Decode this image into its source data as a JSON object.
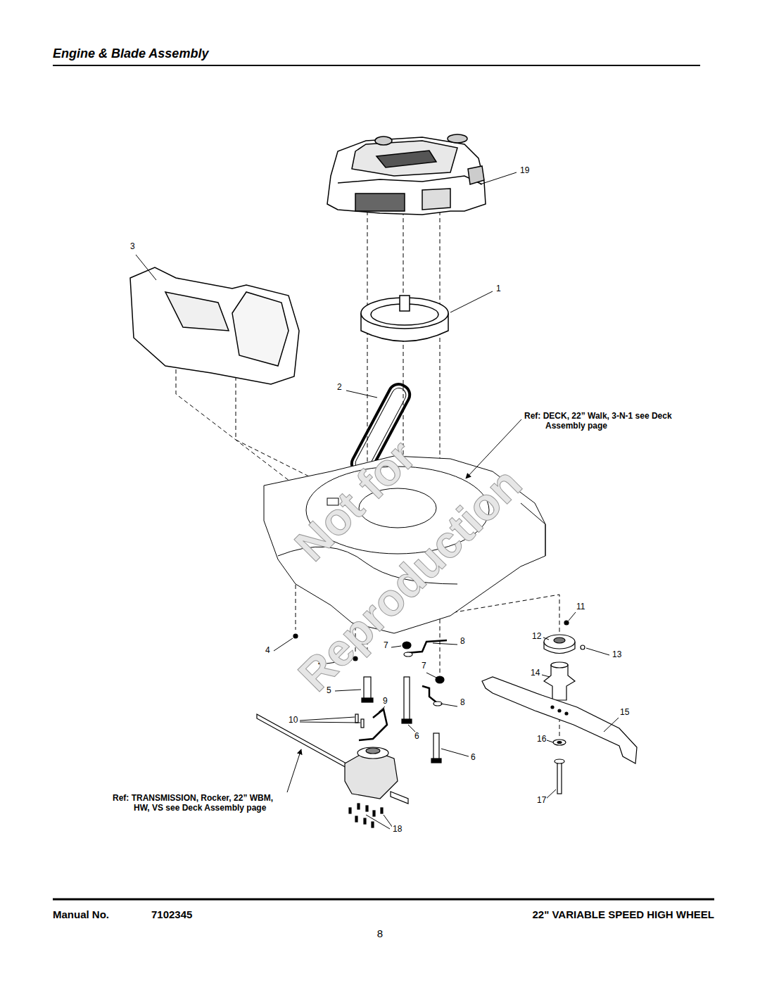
{
  "diagram": {
    "title": "Engine & Blade Assembly",
    "labels": [
      "19",
      "3",
      "1",
      "2",
      "Ref: DECK, 22” Walk, 3-N-1 see Deck Assembly page",
      "11",
      "12",
      "13",
      "4",
      "4",
      "7",
      "8",
      "14",
      "7",
      "5",
      "9",
      "8",
      "10",
      "6",
      "15",
      "16",
      "6",
      "Ref: TRANSMISSION, Rocker, 22” WBM, HW, VS see Deck Assembly page",
      "17",
      "18",
      "Not for",
      "Reproduction",
      "Manual No.",
      "7102345",
      "22\" VARIABLE SPEED HIGH WHEEL",
      "8"
    ]
  }
}
